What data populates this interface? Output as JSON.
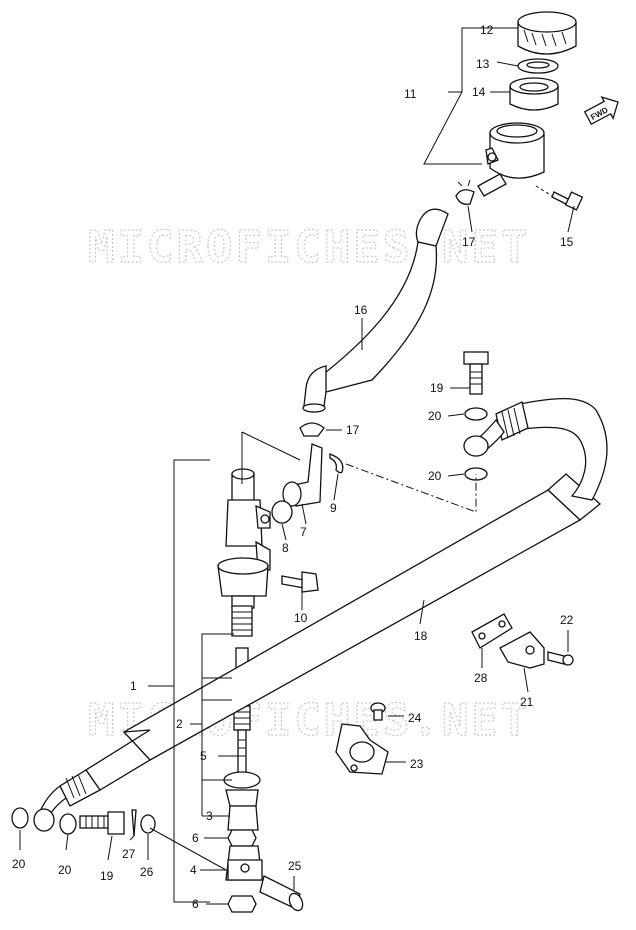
{
  "watermark": "MICROFICHES.NET",
  "fwd_label": "FWD",
  "callouts": {
    "c1": "1",
    "c2": "2",
    "c3": "3",
    "c4": "4",
    "c5": "5",
    "c6a": "6",
    "c6b": "6",
    "c7": "7",
    "c8": "8",
    "c9": "9",
    "c10": "10",
    "c11": "11",
    "c12": "12",
    "c13": "13",
    "c14": "14",
    "c15": "15",
    "c16": "16",
    "c17a": "17",
    "c17b": "17",
    "c18": "18",
    "c19a": "19",
    "c19b": "19",
    "c20a": "20",
    "c20b": "20",
    "c20c": "20",
    "c20d": "20",
    "c21": "21",
    "c22": "22",
    "c23": "23",
    "c24": "24",
    "c25": "25",
    "c26": "26",
    "c27": "27",
    "c28": "28"
  }
}
